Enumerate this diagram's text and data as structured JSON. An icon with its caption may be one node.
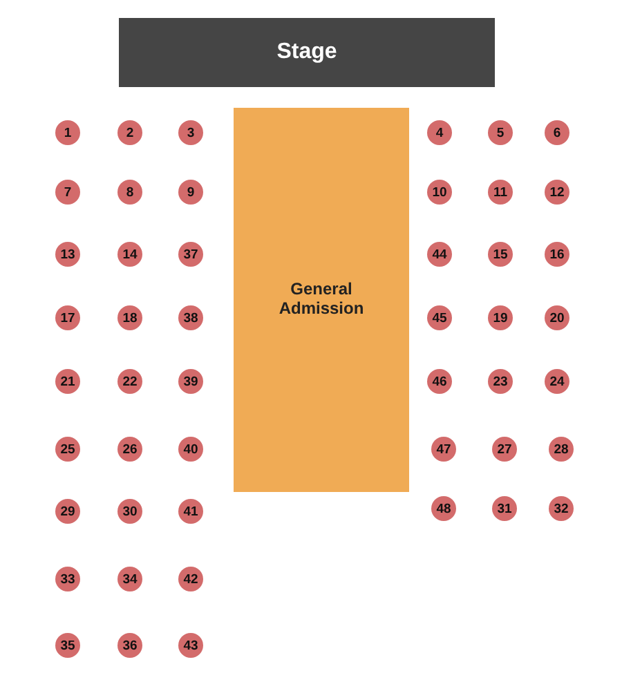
{
  "diagram": {
    "nodes": [
      {
        "text": [
          "Stage"
        ]
      },
      {
        "text": [
          "General Admission"
        ]
      },
      {
        "text": [
          "1"
        ]
      },
      {
        "text": [
          "2"
        ]
      },
      {
        "text": [
          "3"
        ]
      },
      {
        "text": [
          "4"
        ]
      },
      {
        "text": [
          "5"
        ]
      },
      {
        "text": [
          "6"
        ]
      },
      {
        "text": [
          "7"
        ]
      },
      {
        "text": [
          "8"
        ]
      },
      {
        "text": [
          "9"
        ]
      },
      {
        "text": [
          "10"
        ]
      },
      {
        "text": [
          "11"
        ]
      },
      {
        "text": [
          "12"
        ]
      },
      {
        "text": [
          "13"
        ]
      },
      {
        "text": [
          "14"
        ]
      },
      {
        "text": [
          "37"
        ]
      },
      {
        "text": [
          "44"
        ]
      },
      {
        "text": [
          "15"
        ]
      },
      {
        "text": [
          "16"
        ]
      },
      {
        "text": [
          "17"
        ]
      },
      {
        "text": [
          "18"
        ]
      },
      {
        "text": [
          "38"
        ]
      },
      {
        "text": [
          "45"
        ]
      },
      {
        "text": [
          "19"
        ]
      },
      {
        "text": [
          "20"
        ]
      },
      {
        "text": [
          "21"
        ]
      },
      {
        "text": [
          "22"
        ]
      },
      {
        "text": [
          "39"
        ]
      },
      {
        "text": [
          "46"
        ]
      },
      {
        "text": [
          "23"
        ]
      },
      {
        "text": [
          "24"
        ]
      },
      {
        "text": [
          "25"
        ]
      },
      {
        "text": [
          "26"
        ]
      },
      {
        "text": [
          "40"
        ]
      },
      {
        "text": [
          "47"
        ]
      },
      {
        "text": [
          "27"
        ]
      },
      {
        "text": [
          "28"
        ]
      },
      {
        "text": [
          "29"
        ]
      },
      {
        "text": [
          "30"
        ]
      },
      {
        "text": [
          "41"
        ]
      },
      {
        "text": [
          "48"
        ]
      },
      {
        "text": [
          "31"
        ]
      },
      {
        "text": [
          "32"
        ]
      },
      {
        "text": [
          "33"
        ]
      },
      {
        "text": [
          "34"
        ]
      },
      {
        "text": [
          "42"
        ]
      },
      {
        "text": [
          "35"
        ]
      },
      {
        "text": [
          "36"
        ]
      },
      {
        "text": [
          "43"
        ]
      }
    ]
  }
}
